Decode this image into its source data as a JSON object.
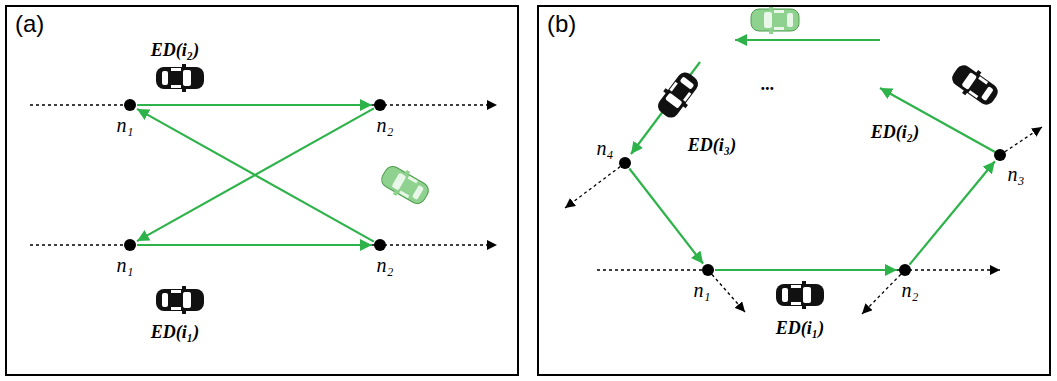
{
  "diagram": {
    "nodes": [
      {
        "text": [
          "(a)"
        ]
      },
      {
        "text": [
          "n₁"
        ],
        "in": 0
      },
      {
        "text": [
          "n₂"
        ],
        "in": 0
      },
      {
        "text": [
          "n₁"
        ],
        "in": 0
      },
      {
        "text": [
          "n₂"
        ],
        "in": 0
      },
      {
        "text": [
          "(b)"
        ]
      },
      {
        "text": [
          "n₁"
        ],
        "in": 5
      },
      {
        "text": [
          "n₂"
        ],
        "in": 5
      },
      {
        "text": [
          "n₃"
        ],
        "in": 5
      },
      {
        "text": [
          "n₄"
        ],
        "in": 5
      }
    ],
    "edges": [
      {
        "from": 1,
        "to": 2,
        "arrow": "to"
      },
      {
        "from": 3,
        "to": 4,
        "arrow": "to"
      },
      {
        "from": 2,
        "to": 3,
        "arrow": "to"
      },
      {
        "from": 4,
        "to": 1,
        "arrow": "to"
      },
      {
        "from": 6,
        "to": 7,
        "arrow": "to"
      },
      {
        "from": 7,
        "to": 8,
        "arrow": "to"
      },
      {
        "from": 9,
        "to": 6,
        "arrow": "to"
      }
    ],
    "labels": [
      "ED(i₂)",
      "ED(i₁)",
      "...",
      "ED(i₃)",
      "ED(i₂)",
      "ED(i₁)"
    ]
  }
}
